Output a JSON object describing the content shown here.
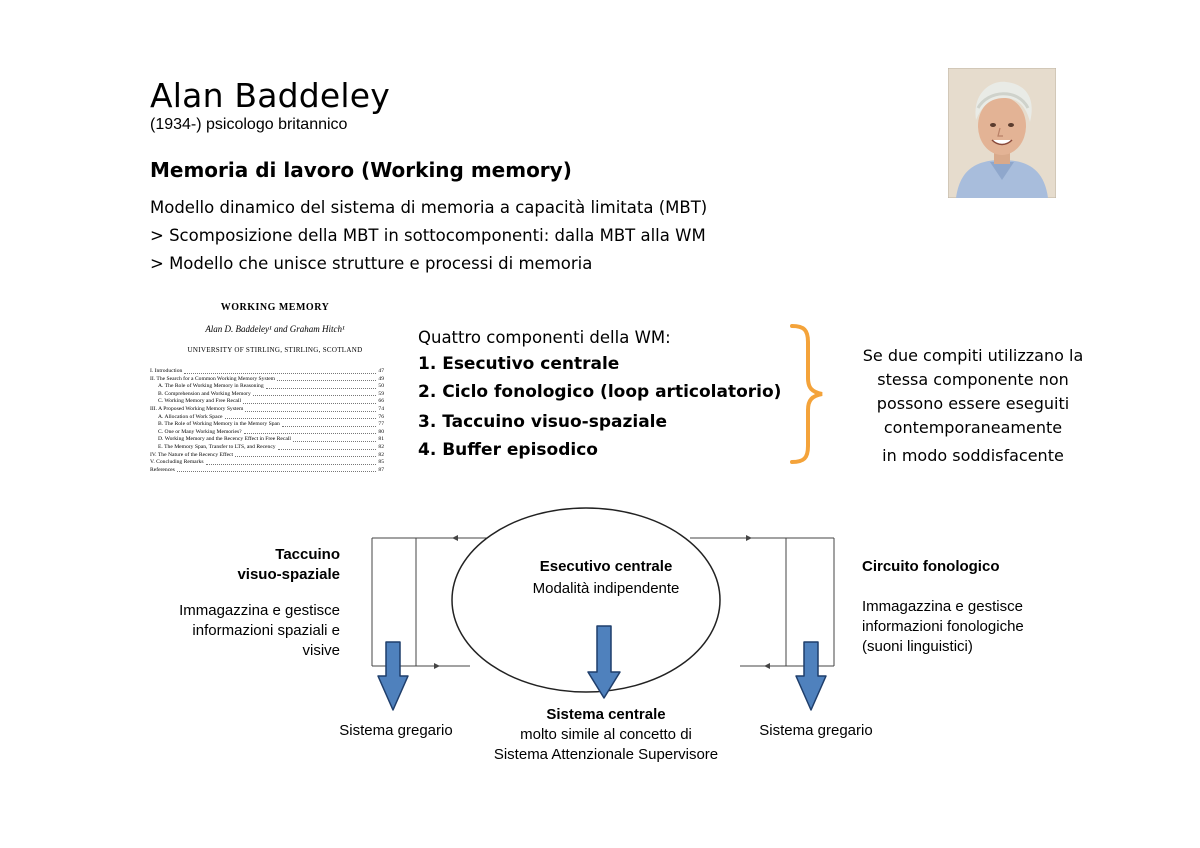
{
  "header": {
    "title": "Alan Baddeley",
    "subtitle": "(1934-) psicologo britannico",
    "heading": "Memoria di lavoro (Working memory)"
  },
  "intro_lines": [
    "Modello dinamico del sistema di memoria a capacità limitata (MBT)",
    "> Scomposizione della MBT in sottocomponenti: dalla MBT alla WM",
    "> Modello che unisce strutture e processi di memoria"
  ],
  "paper": {
    "title": "WORKING MEMORY",
    "authors": "Alan D. Baddeley¹ and Graham Hitch¹",
    "affiliation": "UNIVERSITY OF STIRLING, STIRLING, SCOTLAND",
    "toc": [
      {
        "label": "I. Introduction",
        "page": "47"
      },
      {
        "label": "II. The Search for a Common Working Memory System",
        "page": "49"
      },
      {
        "label": "A. The Role of Working Memory in Reasoning",
        "page": "50"
      },
      {
        "label": "B. Comprehension and Working Memory",
        "page": "59"
      },
      {
        "label": "C. Working Memory and Free Recall",
        "page": "66"
      },
      {
        "label": "III. A Proposed Working Memory System",
        "page": "74"
      },
      {
        "label": "A. Allocation of Work Space",
        "page": "76"
      },
      {
        "label": "B. The Role of Working Memory in the Memory Span",
        "page": "77"
      },
      {
        "label": "C. One or Many Working Memories?",
        "page": "80"
      },
      {
        "label": "D. Working Memory and the Recency Effect in Free Recall",
        "page": "81"
      },
      {
        "label": "E. The Memory Span, Transfer to LTS, and Recency",
        "page": "82"
      },
      {
        "label": "IV. The Nature of the Recency Effect",
        "page": "82"
      },
      {
        "label": "V. Concluding Remarks",
        "page": "85"
      },
      {
        "label": "References",
        "page": "87"
      }
    ]
  },
  "components": {
    "intro": "Quattro componenti della WM:",
    "items": [
      "1. Esecutivo centrale",
      "2. Ciclo fonologico (loop articolatorio)",
      "3. Taccuino visuo-spaziale",
      "4. Buffer episodico"
    ]
  },
  "note": {
    "lines": [
      "Se due compiti utilizzano la",
      "stessa componente non",
      "possono essere eseguiti",
      "contemporaneamente",
      "in modo soddisfacente"
    ]
  },
  "diagram": {
    "left": {
      "title_1": "Taccuino",
      "title_2": "visuo-spaziale",
      "desc_1": "Immagazzina e gestisce",
      "desc_2": "informazioni spaziali e",
      "desc_3": "visive",
      "output": "Sistema gregario"
    },
    "center": {
      "title": "Esecutivo centrale",
      "subtitle": "Modalità indipendente",
      "output_title": "Sistema centrale",
      "output_desc_1": "molto simile al concetto di",
      "output_desc_2": "Sistema Attenzionale Supervisore"
    },
    "right": {
      "title": "Circuito fonologico",
      "desc_1": "Immagazzina e gestisce",
      "desc_2": "informazioni fonologiche",
      "desc_3": "(suoni linguistici)",
      "output": "Sistema gregario"
    }
  },
  "colors": {
    "brace": "#F4A33A",
    "arrow_fill": "#4F81BD",
    "arrow_stroke": "#1F3E6B"
  }
}
